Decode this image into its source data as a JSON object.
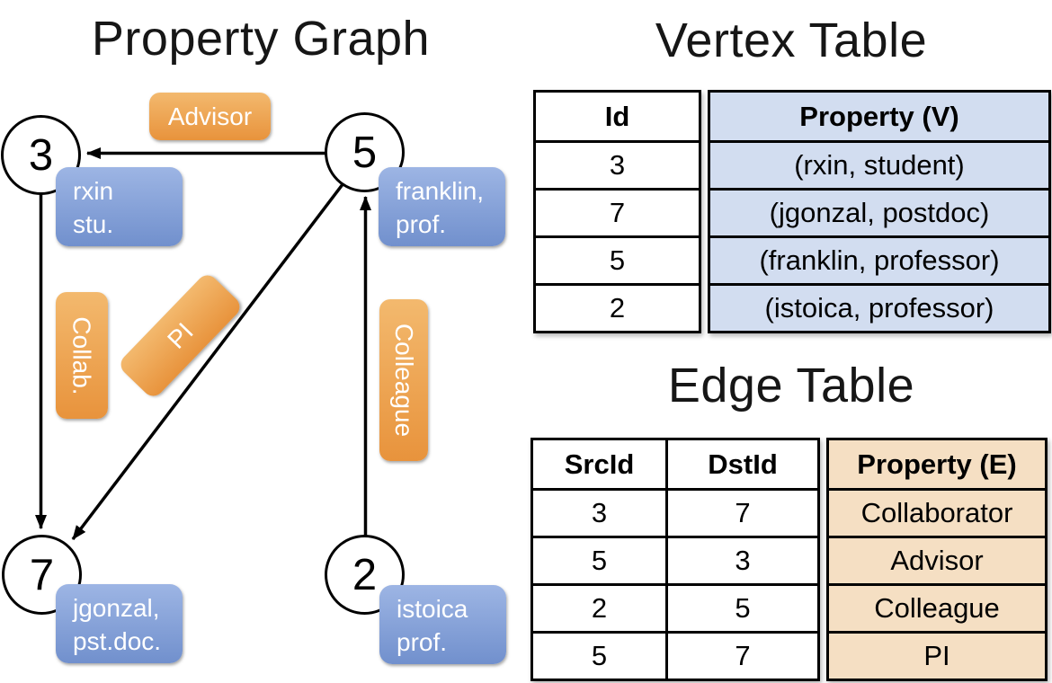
{
  "graph": {
    "title": "Property Graph",
    "nodes": [
      {
        "id": "3",
        "line1": "rxin",
        "line2": "stu."
      },
      {
        "id": "5",
        "line1": "franklin,",
        "line2": "prof."
      },
      {
        "id": "7",
        "line1": "jgonzal,",
        "line2": "pst.doc."
      },
      {
        "id": "2",
        "line1": "istoica",
        "line2": "prof."
      }
    ],
    "edge_labels": [
      {
        "text": "Advisor"
      },
      {
        "text": "Collab."
      },
      {
        "text": "PI"
      },
      {
        "text": "Colleague"
      }
    ]
  },
  "vertex_table": {
    "title": "Vertex Table",
    "headers": {
      "id": "Id",
      "property": "Property (V)"
    },
    "rows": [
      {
        "id": "3",
        "property": "(rxin, student)"
      },
      {
        "id": "7",
        "property": "(jgonzal, postdoc)"
      },
      {
        "id": "5",
        "property": "(franklin, professor)"
      },
      {
        "id": "2",
        "property": "(istoica, professor)"
      }
    ]
  },
  "edge_table": {
    "title": "Edge Table",
    "headers": {
      "src": "SrcId",
      "dst": "DstId",
      "property": "Property (E)"
    },
    "rows": [
      {
        "src": "3",
        "dst": "7",
        "property": "Collaborator"
      },
      {
        "src": "5",
        "dst": "3",
        "property": "Advisor"
      },
      {
        "src": "2",
        "dst": "5",
        "property": "Colleague"
      },
      {
        "src": "5",
        "dst": "7",
        "property": "PI"
      }
    ]
  },
  "colors": {
    "edge_label_orange_top": "#f3b96e",
    "edge_label_orange_bottom": "#e8933c",
    "vertex_label_blue_top": "#9db5e4",
    "vertex_label_blue_bottom": "#7190cd",
    "vertex_table_fill": "#d2ddf0",
    "edge_table_fill": "#f5dfc3",
    "edge_line": "#000000"
  }
}
